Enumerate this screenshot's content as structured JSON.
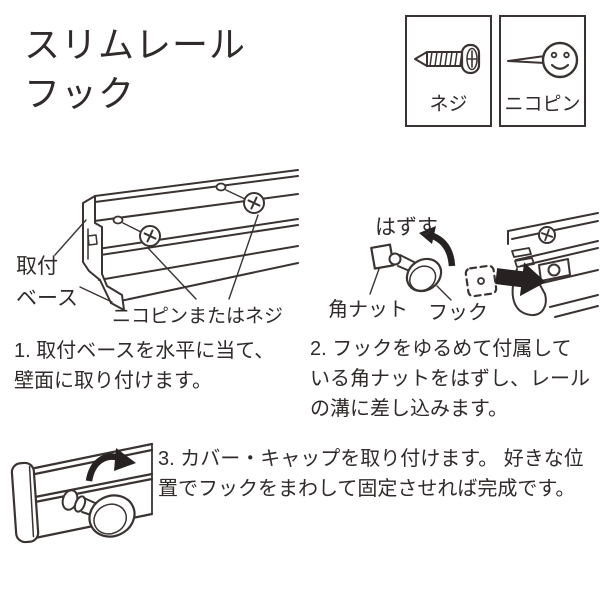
{
  "title": {
    "line1": "スリムレール",
    "line2": "フック"
  },
  "parts_legend": {
    "screw": {
      "icon": "screw-icon",
      "label": "ネジ"
    },
    "pin": {
      "icon": "smiley-pin-icon",
      "label": "ニコピン"
    }
  },
  "diagram_base": {
    "label_mount_line1": "取付",
    "label_mount_line2": "ベース",
    "label_fastener": "ニコピンまたはネジ"
  },
  "diagram_hook": {
    "label_remove": "はずす",
    "label_square_nut": "角ナット",
    "label_hook": "フック"
  },
  "steps": {
    "step1_lines": [
      "1. 取付ベースを水平に当て、",
      "壁面に取り付けます。"
    ],
    "step2_lines": [
      "2. フックをゆるめて付属して",
      "いる角ナットをはずし、レール",
      "の溝に差し込みます。"
    ],
    "step3_lines": [
      "3. カバー・キャップを取り付けます。 好きな位",
      "置でフックをまわして固定させれば完成です。"
    ]
  },
  "colors": {
    "ink": "#3a3331",
    "text": "#302b2a",
    "arrow": "#272221",
    "background": "#ffffff"
  }
}
